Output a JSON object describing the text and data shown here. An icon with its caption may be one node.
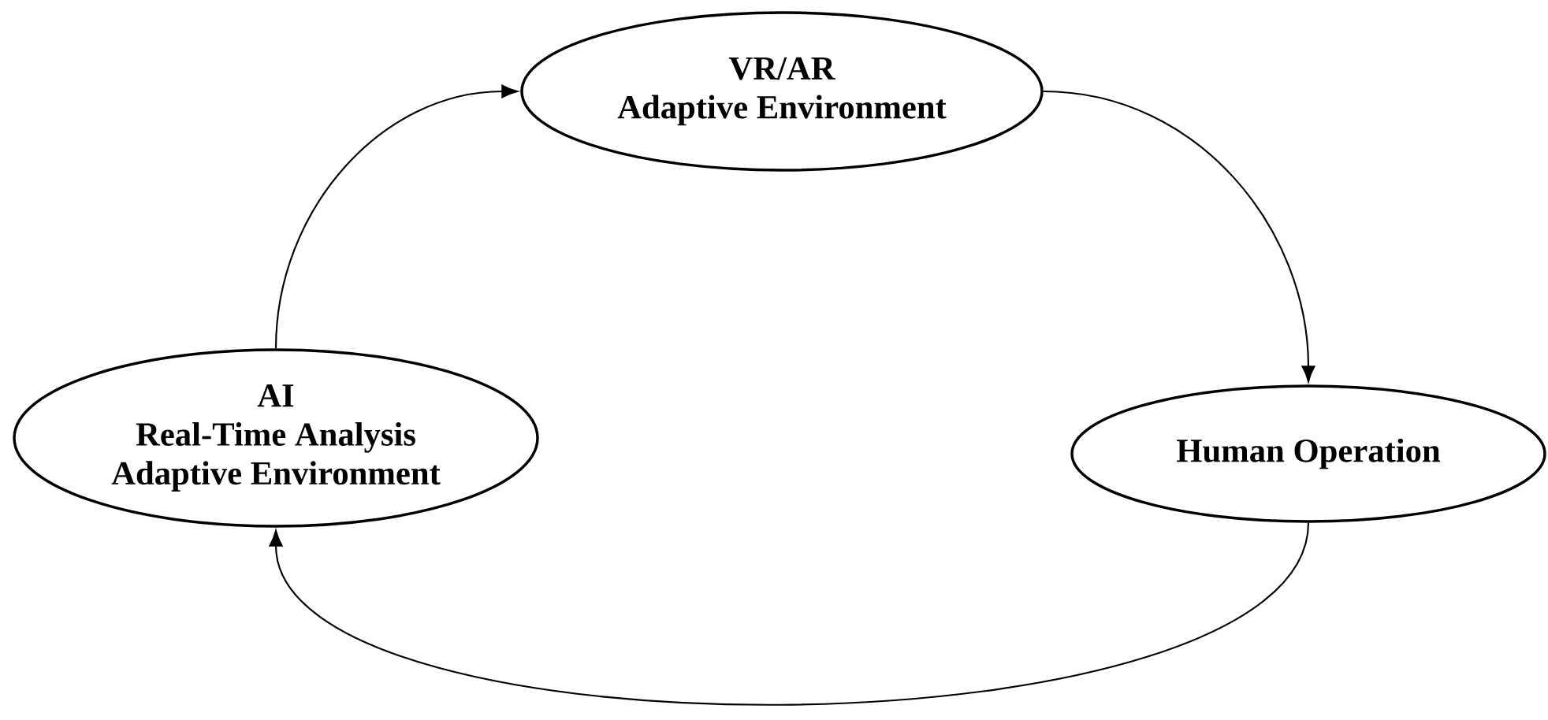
{
  "diagram": {
    "nodes": [
      {
        "text": [
          "VR/AR",
          "Adaptive Environment"
        ]
      },
      {
        "text": [
          "AI",
          "Real-Time Analysis",
          "Adaptive Environment"
        ]
      },
      {
        "text": [
          "Human Operation"
        ]
      }
    ],
    "edges": [
      {
        "from": 1,
        "to": 0,
        "arrow": "to"
      },
      {
        "from": 0,
        "to": 2,
        "arrow": "to"
      },
      {
        "from": 2,
        "to": 1,
        "arrow": "to"
      }
    ]
  }
}
